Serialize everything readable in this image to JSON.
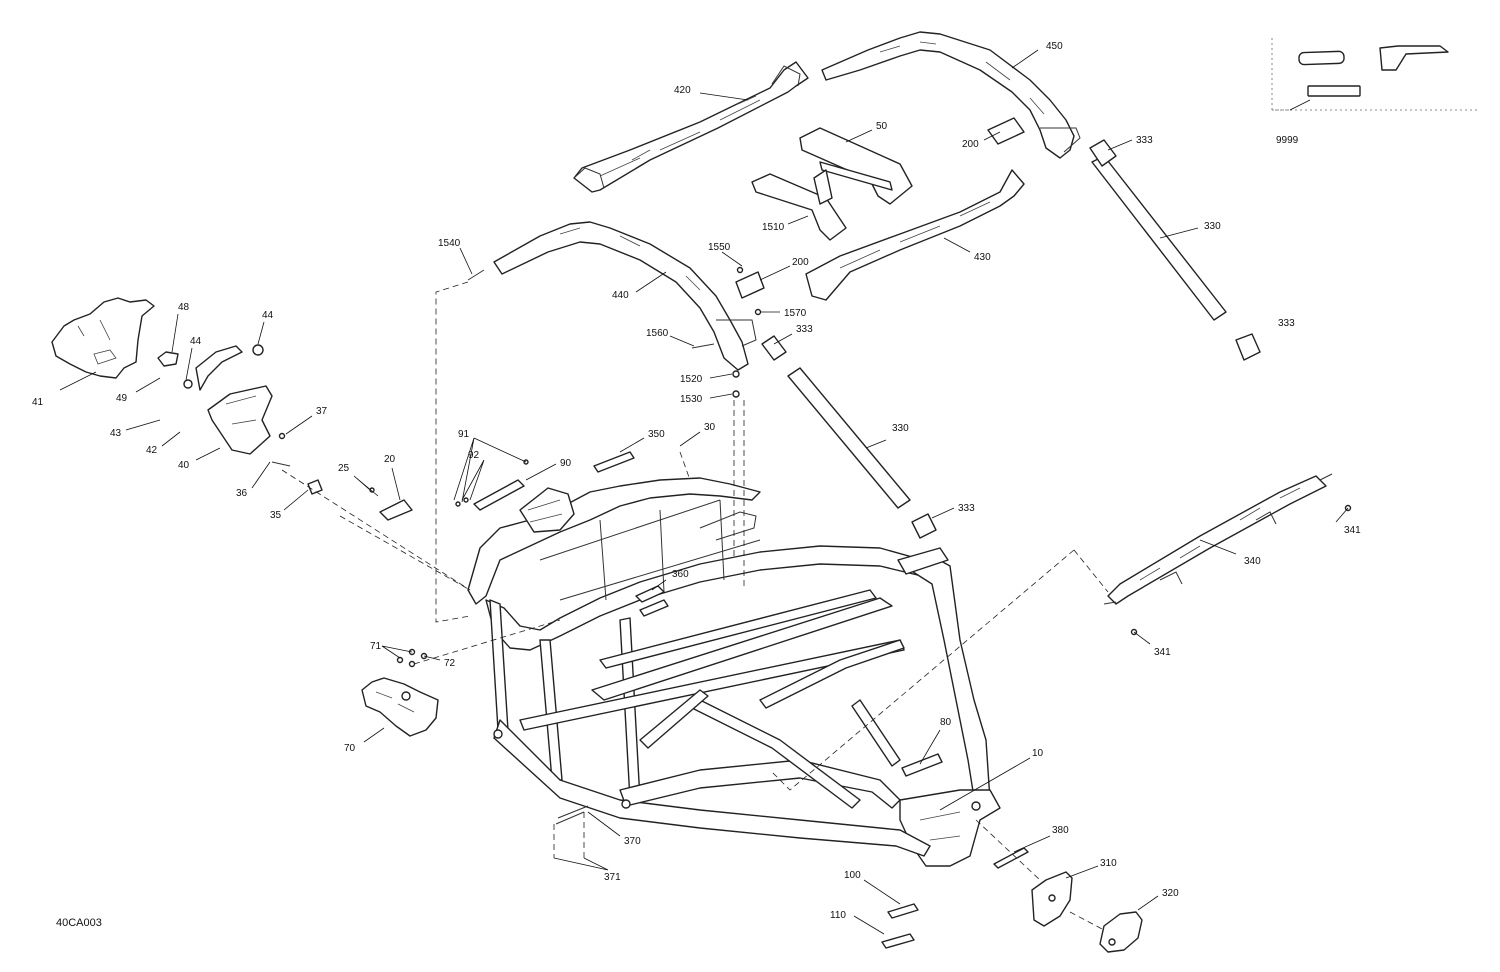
{
  "diagram": {
    "drawing_code": "40CA003",
    "callouts": [
      {
        "id": "c420",
        "label": "420"
      },
      {
        "id": "c450",
        "label": "450"
      },
      {
        "id": "c50",
        "label": "50"
      },
      {
        "id": "c200a",
        "label": "200"
      },
      {
        "id": "c333a",
        "label": "333"
      },
      {
        "id": "c9999",
        "label": "9999"
      },
      {
        "id": "c1510",
        "label": "1510"
      },
      {
        "id": "c430",
        "label": "430"
      },
      {
        "id": "c330a",
        "label": "330"
      },
      {
        "id": "c1540",
        "label": "1540"
      },
      {
        "id": "c1550",
        "label": "1550"
      },
      {
        "id": "c200b",
        "label": "200"
      },
      {
        "id": "c440",
        "label": "440"
      },
      {
        "id": "c1570",
        "label": "1570"
      },
      {
        "id": "c333b",
        "label": "333"
      },
      {
        "id": "c1560",
        "label": "1560"
      },
      {
        "id": "c333c",
        "label": "333"
      },
      {
        "id": "c1520",
        "label": "1520"
      },
      {
        "id": "c1530",
        "label": "1530"
      },
      {
        "id": "c48",
        "label": "48"
      },
      {
        "id": "c44a",
        "label": "44"
      },
      {
        "id": "c44b",
        "label": "44"
      },
      {
        "id": "c41",
        "label": "41"
      },
      {
        "id": "c49",
        "label": "49"
      },
      {
        "id": "c37",
        "label": "37"
      },
      {
        "id": "c43",
        "label": "43"
      },
      {
        "id": "c42",
        "label": "42"
      },
      {
        "id": "c40",
        "label": "40"
      },
      {
        "id": "c91",
        "label": "91"
      },
      {
        "id": "c350",
        "label": "350"
      },
      {
        "id": "c30",
        "label": "30"
      },
      {
        "id": "c330b",
        "label": "330"
      },
      {
        "id": "c92",
        "label": "92"
      },
      {
        "id": "c90",
        "label": "90"
      },
      {
        "id": "c25",
        "label": "25"
      },
      {
        "id": "c20",
        "label": "20"
      },
      {
        "id": "c36",
        "label": "36"
      },
      {
        "id": "c35",
        "label": "35"
      },
      {
        "id": "c333d",
        "label": "333"
      },
      {
        "id": "c360",
        "label": "360"
      },
      {
        "id": "c341a",
        "label": "341"
      },
      {
        "id": "c340",
        "label": "340"
      },
      {
        "id": "c341b",
        "label": "341"
      },
      {
        "id": "c71",
        "label": "71"
      },
      {
        "id": "c72",
        "label": "72"
      },
      {
        "id": "c70",
        "label": "70"
      },
      {
        "id": "c80",
        "label": "80"
      },
      {
        "id": "c10",
        "label": "10"
      },
      {
        "id": "c370",
        "label": "370"
      },
      {
        "id": "c380",
        "label": "380"
      },
      {
        "id": "c371",
        "label": "371"
      },
      {
        "id": "c310",
        "label": "310"
      },
      {
        "id": "c100",
        "label": "100"
      },
      {
        "id": "c320",
        "label": "320"
      },
      {
        "id": "c110",
        "label": "110"
      }
    ]
  }
}
